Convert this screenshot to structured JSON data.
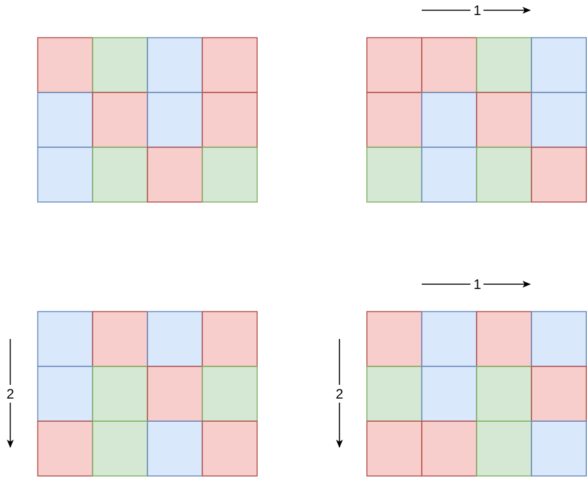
{
  "colors": {
    "r": {
      "fill": "#f8cecc",
      "stroke": "#b85450"
    },
    "g": {
      "fill": "#d5e8d4",
      "stroke": "#82b366"
    },
    "b": {
      "fill": "#dae8fc",
      "stroke": "#6c8ebf"
    },
    "arrow": "#000000"
  },
  "grids": [
    {
      "id": "grid-original",
      "rows": [
        [
          "r",
          "g",
          "b",
          "r"
        ],
        [
          "b",
          "r",
          "b",
          "r"
        ],
        [
          "b",
          "g",
          "r",
          "g"
        ]
      ]
    },
    {
      "id": "grid-shift-horizontal",
      "rows": [
        [
          "r",
          "r",
          "g",
          "b"
        ],
        [
          "r",
          "b",
          "r",
          "b"
        ],
        [
          "g",
          "b",
          "g",
          "r"
        ]
      ]
    },
    {
      "id": "grid-shift-vertical",
      "rows": [
        [
          "b",
          "r",
          "b",
          "r"
        ],
        [
          "b",
          "g",
          "r",
          "g"
        ],
        [
          "r",
          "g",
          "b",
          "r"
        ]
      ]
    },
    {
      "id": "grid-shift-both",
      "rows": [
        [
          "r",
          "b",
          "r",
          "b"
        ],
        [
          "g",
          "b",
          "g",
          "r"
        ],
        [
          "r",
          "r",
          "g",
          "b"
        ]
      ]
    }
  ],
  "arrows": [
    {
      "id": "arrow-top-right-horizontal",
      "direction": "right",
      "label": "1"
    },
    {
      "id": "arrow-bottom-right-horizontal",
      "direction": "right",
      "label": "1"
    },
    {
      "id": "arrow-bottom-left-vertical",
      "direction": "down",
      "label": "2"
    },
    {
      "id": "arrow-bottom-right-vertical",
      "direction": "down",
      "label": "2"
    }
  ]
}
